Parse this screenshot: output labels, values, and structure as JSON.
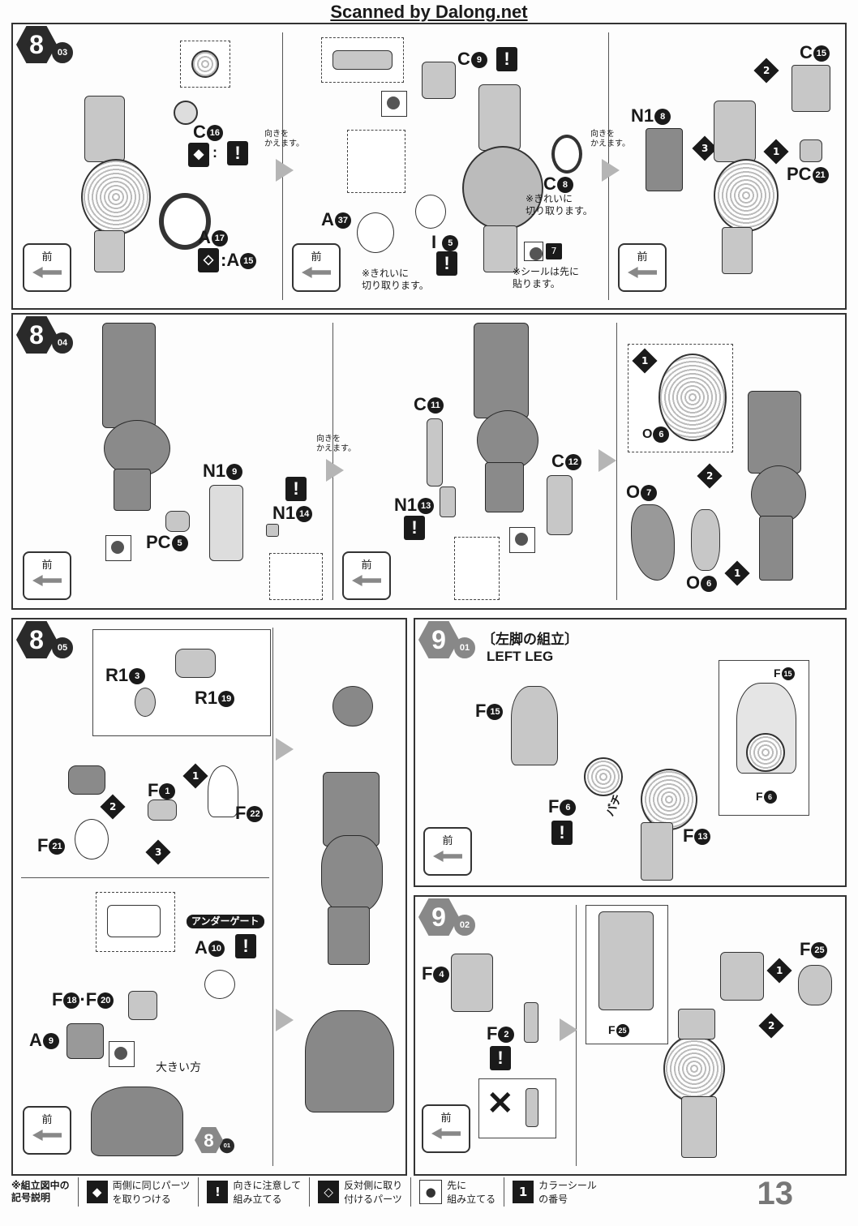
{
  "header": "Scanned by Dalong.net",
  "steps": {
    "s8_03": {
      "main": "8",
      "sub": "03"
    },
    "s8_04": {
      "main": "8",
      "sub": "04"
    },
    "s8_05": {
      "main": "8",
      "sub": "05"
    },
    "s9_01": {
      "main": "9",
      "sub": "01"
    },
    "s9_02": {
      "main": "9",
      "sub": "02"
    },
    "ref8_01": {
      "main": "8",
      "sub": "01"
    }
  },
  "section_9_01": {
    "title_jp": "〔左脚の組立〕",
    "title_en": "LEFT LEG"
  },
  "notes": {
    "turn_over": "向きを\nかえます。",
    "cut_clean": "※きれいに\n切り取ります。",
    "sticker_first": "※シールは先に\n貼ります。",
    "under_gate": "アンダーゲート",
    "bigger_side": "大きい方",
    "front": "前",
    "bachi": "バチ"
  },
  "parts": {
    "p1": {
      "l": "C",
      "n": "16"
    },
    "p2": {
      "l": "A",
      "n": "17"
    },
    "p3": {
      "l": "A",
      "n": "15"
    },
    "p4": {
      "l": "C",
      "n": "9"
    },
    "p5": {
      "l": "C",
      "n": "8"
    },
    "p6": {
      "l": "A",
      "n": "37"
    },
    "p7": {
      "l": "I",
      "n": "5"
    },
    "p8": {
      "l": "C",
      "n": "15"
    },
    "p9": {
      "l": "N1",
      "n": "8"
    },
    "p10": {
      "l": "PC",
      "n": "21"
    },
    "p11": {
      "l": "N1",
      "n": "9"
    },
    "p12": {
      "l": "N1",
      "n": "14"
    },
    "p13": {
      "l": "PC",
      "n": "5"
    },
    "p14": {
      "l": "C",
      "n": "11"
    },
    "p15": {
      "l": "C",
      "n": "12"
    },
    "p16": {
      "l": "N1",
      "n": "13"
    },
    "p17": {
      "l": "O",
      "n": "6"
    },
    "p18": {
      "l": "O",
      "n": "7"
    },
    "p19": {
      "l": "O",
      "n": "6"
    },
    "p20": {
      "l": "R1",
      "n": "3"
    },
    "p21": {
      "l": "R1",
      "n": "19"
    },
    "p22": {
      "l": "F",
      "n": "1"
    },
    "p23": {
      "l": "F",
      "n": "22"
    },
    "p24": {
      "l": "F",
      "n": "21"
    },
    "p25": {
      "l": "A",
      "n": "10"
    },
    "p26": {
      "l": "F",
      "n": "18"
    },
    "p27": {
      "l": "F",
      "n": "20"
    },
    "p28": {
      "l": "A",
      "n": "9"
    },
    "p29": {
      "l": "F",
      "n": "15"
    },
    "p30": {
      "l": "F",
      "n": "6"
    },
    "p31": {
      "l": "F",
      "n": "13"
    },
    "p32": {
      "l": "F",
      "n": "15"
    },
    "p33": {
      "l": "F",
      "n": "6"
    },
    "p34": {
      "l": "F",
      "n": "4"
    },
    "p35": {
      "l": "F",
      "n": "2"
    },
    "p36": {
      "l": "F",
      "n": "25"
    },
    "p37": {
      "l": "F",
      "n": "25"
    }
  },
  "sticker_no": "7",
  "legend": {
    "head": "※組立図中の\n記号説明",
    "items": [
      {
        "icon": "◆",
        "text": "両側に同じパーツ\nを取りつける"
      },
      {
        "icon": "!",
        "text": "向きに注意して\n組み立てる"
      },
      {
        "icon": "◇",
        "text": "反対側に取り\n付けるパーツ"
      },
      {
        "icon": "●",
        "text": "先に\n組み立てる"
      },
      {
        "icon": "1",
        "text": "カラーシール\nの番号"
      }
    ]
  },
  "page_number": "13"
}
